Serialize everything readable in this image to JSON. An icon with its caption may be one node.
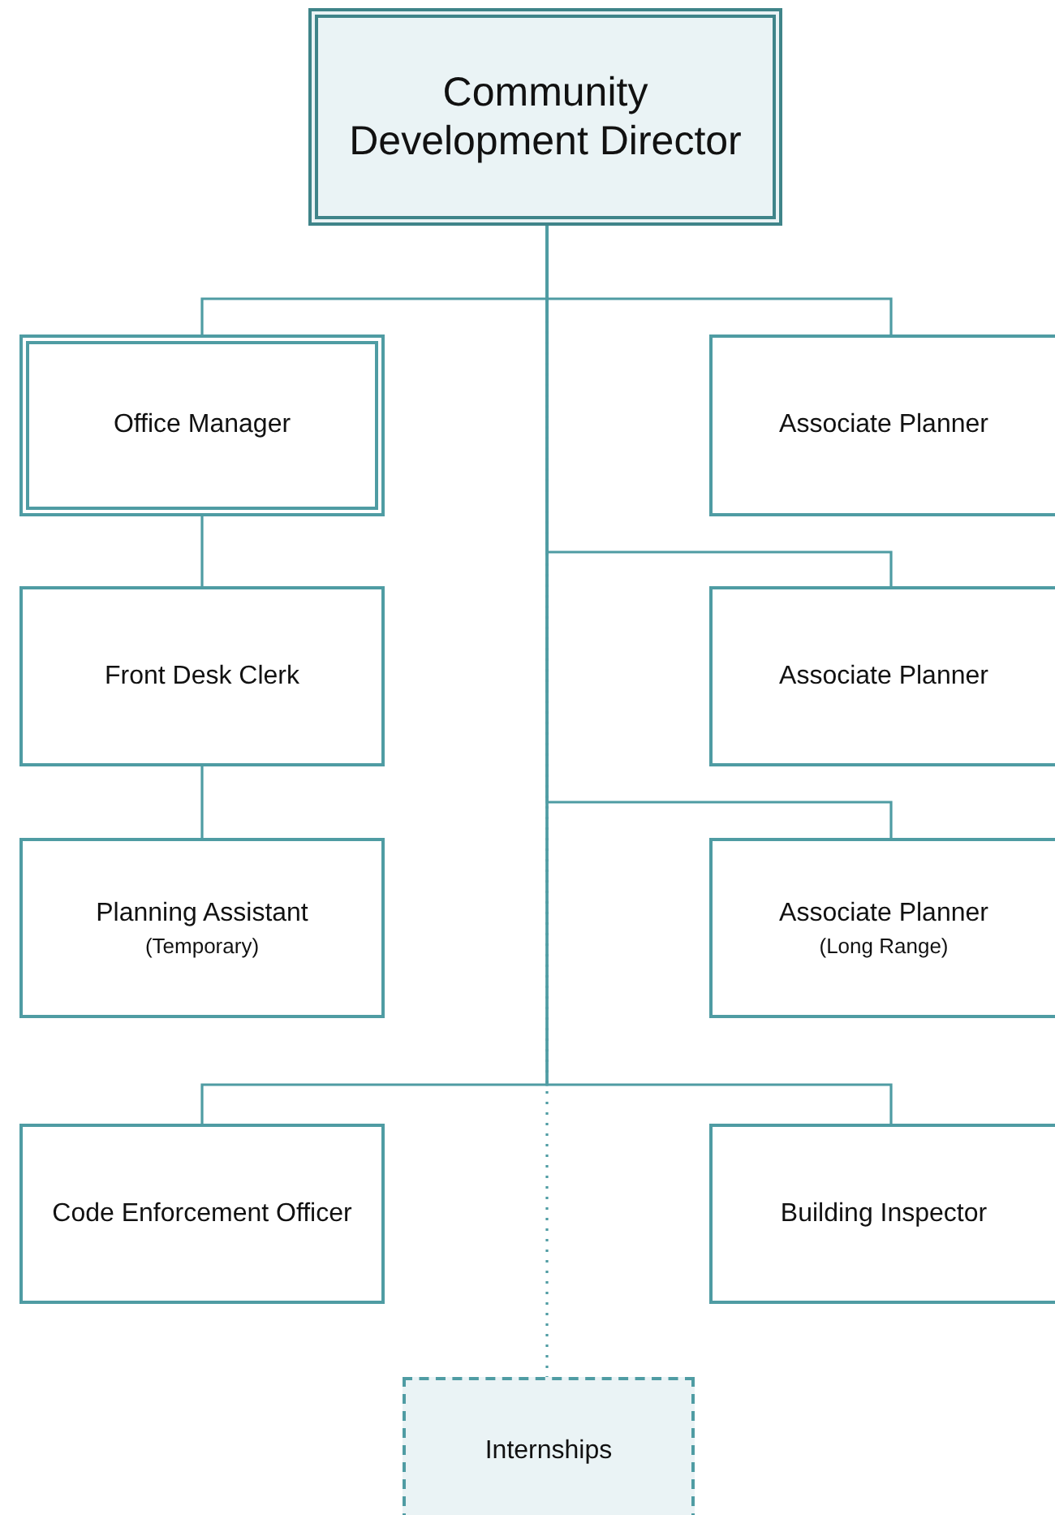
{
  "diagram": {
    "nodes": [
      {
        "text": [
          "Community Development Director"
        ]
      },
      {
        "text": [
          "Office Manager"
        ]
      },
      {
        "text": [
          "Associate Planner"
        ]
      },
      {
        "text": [
          "Front Desk Clerk"
        ]
      },
      {
        "text": [
          "Associate Planner"
        ]
      },
      {
        "text": [
          "Planning Assistant",
          "(Temporary)"
        ]
      },
      {
        "text": [
          "Associate Planner",
          "(Long Range)"
        ]
      },
      {
        "text": [
          "Code Enforcement Officer"
        ]
      },
      {
        "text": [
          "Building Inspector"
        ]
      },
      {
        "text": [
          "Internships"
        ]
      }
    ],
    "edges": [
      {
        "from": 0,
        "to": 1,
        "arrow": "none"
      },
      {
        "from": 0,
        "to": 2,
        "arrow": "none"
      },
      {
        "from": 1,
        "to": 3,
        "arrow": "none"
      },
      {
        "from": 0,
        "to": 4,
        "arrow": "none"
      },
      {
        "from": 3,
        "to": 5,
        "arrow": "none"
      },
      {
        "from": 0,
        "to": 6,
        "arrow": "none"
      },
      {
        "from": 0,
        "to": 7,
        "arrow": "none"
      },
      {
        "from": 0,
        "to": 8,
        "arrow": "none"
      },
      {
        "from": 0,
        "to": 9,
        "arrow": "none",
        "style": "dashed"
      }
    ]
  }
}
